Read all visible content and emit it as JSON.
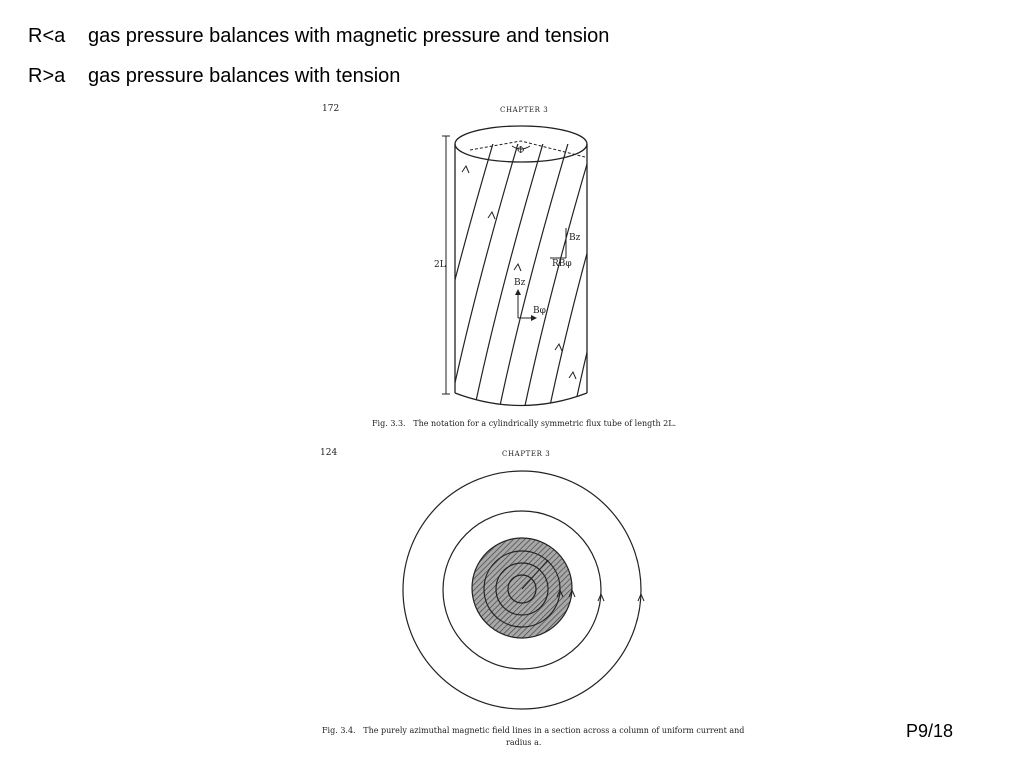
{
  "bullets": [
    {
      "tag": "R<a",
      "text": "gas pressure balances with magnetic pressure and tension"
    },
    {
      "tag": "R>a",
      "text": "gas pressure balances with tension"
    }
  ],
  "figure1": {
    "page_number": "172",
    "chapter": "CHAPTER 3",
    "caption_label": "Fig. 3.3.",
    "caption": "The notation for a cylindrically symmetric flux tube of length 2L.",
    "labels": {
      "phi": "Φ",
      "length": "2L",
      "bz_small": "Bz",
      "rbphi": "RBφ",
      "bz": "Bz",
      "bphi": "Bφ"
    }
  },
  "figure2": {
    "page_number": "124",
    "chapter": "CHAPTER 3",
    "caption_label": "Fig. 3.4.",
    "caption_line1": "The purely azimuthal magnetic field lines in a section across a column of uniform current and",
    "caption_line2": "radius a."
  },
  "slide_number": "P9/18"
}
